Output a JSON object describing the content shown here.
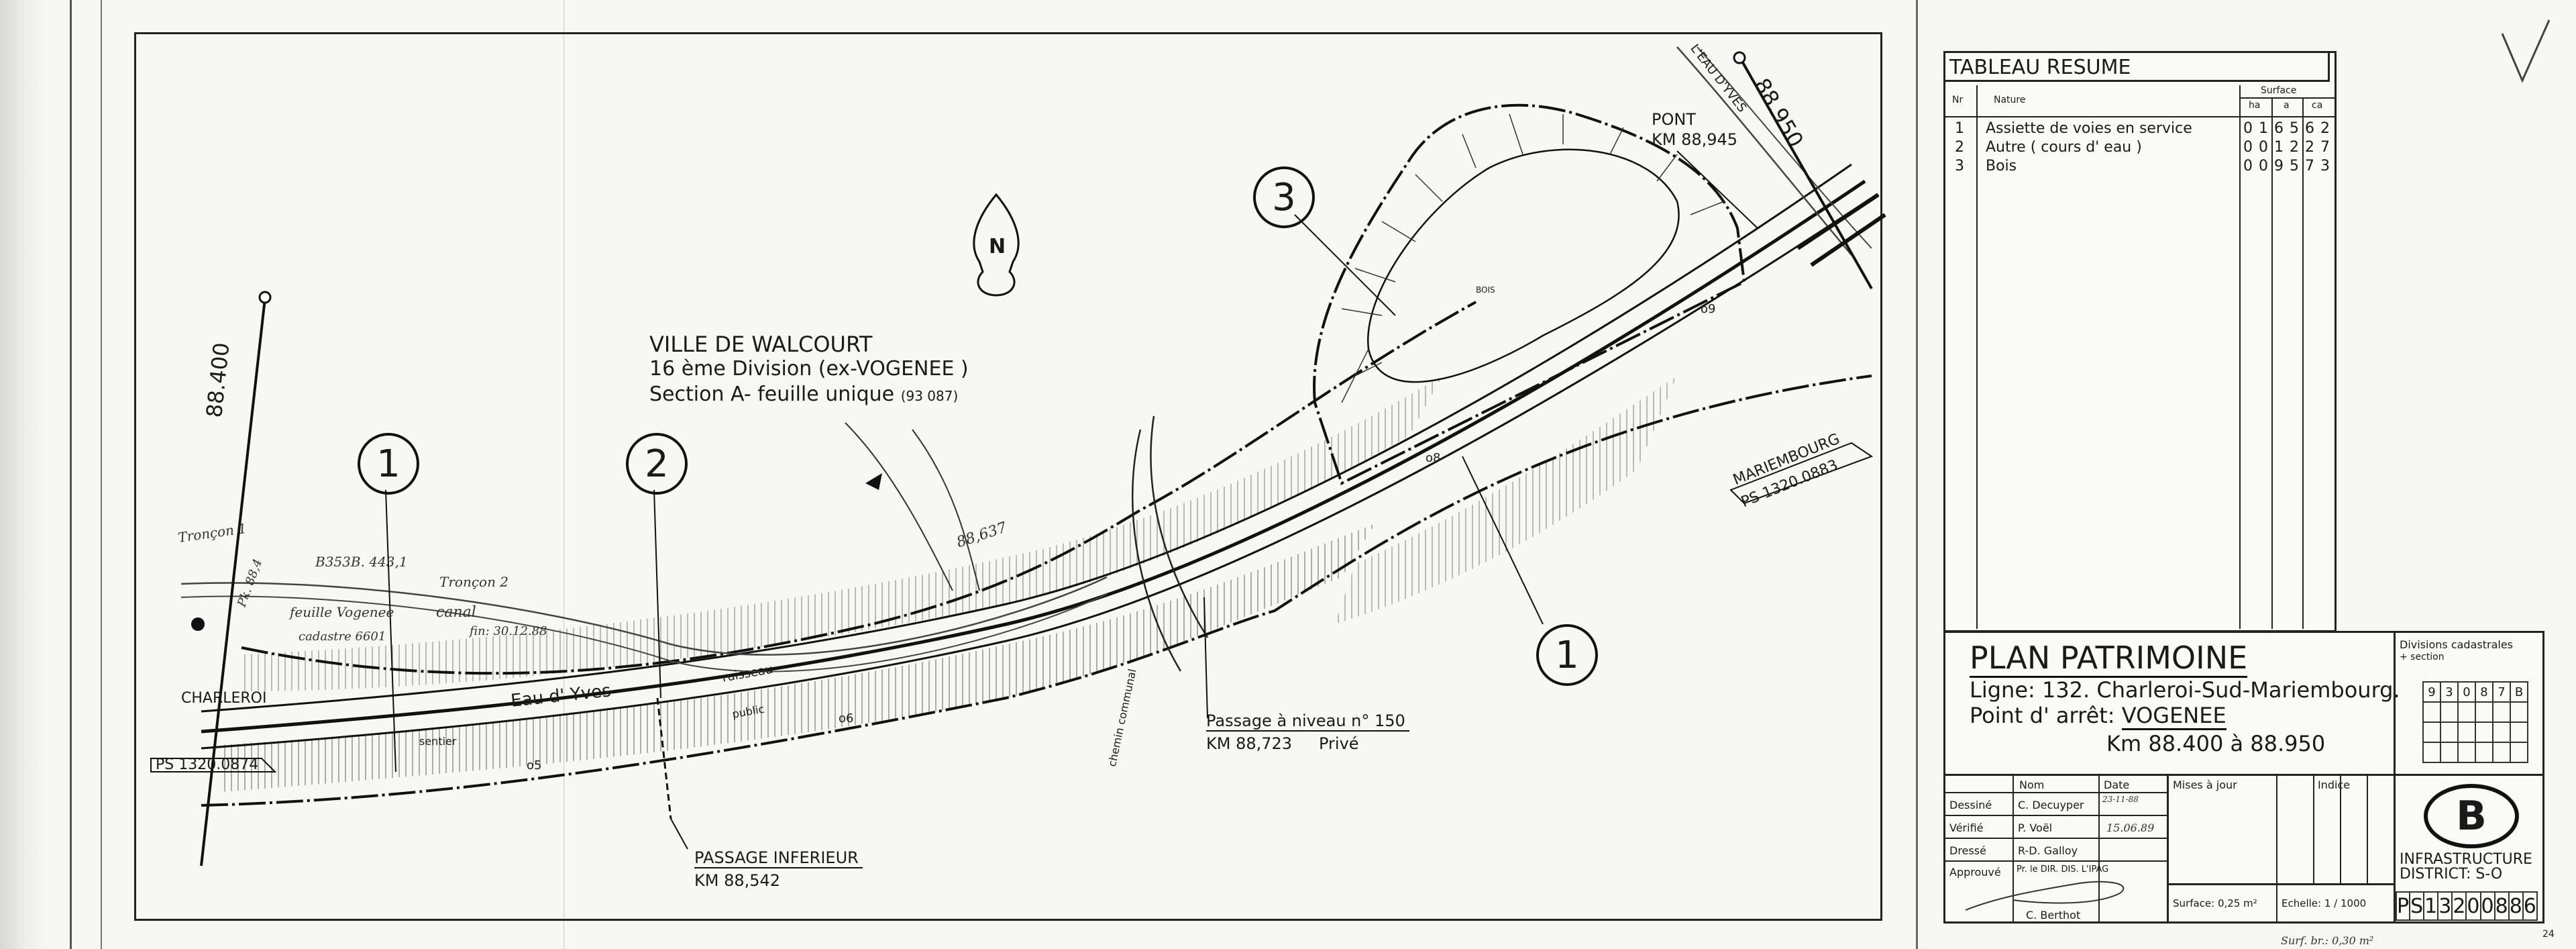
{
  "plan": {
    "town": "VILLE DE WALCOURT",
    "division": "16 ème Division (ex-VOGENEE )",
    "section": "Section A- feuille unique",
    "section_code": "(93 087)",
    "north": "N",
    "parcels": [
      "1",
      "2",
      "3",
      "1"
    ],
    "labels": {
      "km_left": "88.400",
      "km_right": "88.950",
      "pont": "PONT",
      "pont_km": "KM 88,945",
      "eau_dyves_top": "L'EAU D'YVES",
      "bois": "BOIS",
      "mariembourg": "MARIEMBOURG",
      "ps_right": "PS 1320.0883",
      "ps_left": "PS 1320.0874",
      "charleroi": "CHARLEROI",
      "eau_dyves": "Eau d' Yves",
      "ruisseau": "ruisseau",
      "sentier": "sentier",
      "public": "public",
      "chemin": "chemin communal",
      "o5": "o5",
      "o6": "o6",
      "o8": "o8",
      "o9": "o9",
      "passage_niveau": "Passage à niveau n° 150",
      "passage_niveau_km": "KM 88,723",
      "prive": "Privé",
      "passage_inf": "PASSAGE INFERIEUR",
      "passage_inf_km": "KM 88,542",
      "hw_trancon1": "Tronçon 1",
      "hw_parcel": "B353B. 443,1",
      "hw_trancon2": "Tronçon 2",
      "hw_canal": "canal",
      "hw_feuille": "feuille Vogenee",
      "hw_cadastre": "cadastre 6601",
      "hw_km": "88,637",
      "hw_fin": "fin: 30.12.88",
      "hw_pk": "Pk. 88,4"
    }
  },
  "tableau": {
    "title": "TABLEAU RESUME",
    "col_nr": "Nr",
    "col_nature": "Nature",
    "col_surface": "Surface",
    "col_ha": "ha",
    "col_a": "a",
    "col_ca": "ca",
    "rows": [
      {
        "nr": "1",
        "nature": "Assiette de voies en service",
        "digits": [
          "0",
          "1",
          "6",
          "5",
          "6",
          "2"
        ]
      },
      {
        "nr": "2",
        "nature": "Autre ( cours d' eau )",
        "digits": [
          "0",
          "0",
          "1",
          "2",
          "2",
          "7"
        ]
      },
      {
        "nr": "3",
        "nature": "Bois",
        "digits": [
          "0",
          "0",
          "9",
          "5",
          "7",
          "3"
        ]
      }
    ]
  },
  "cartouche": {
    "title": "PLAN PATRIMOINE",
    "ligne": "Ligne: 132. Charleroi-Sud-Mariembourg.",
    "point": "Point d' arrêt:",
    "point_name": "VOGENEE",
    "km": "Km 88.400 à 88.950",
    "divisions_label": "Divisions cadastrales",
    "divisions_sub": "+ section",
    "division_digits": [
      "9",
      "3",
      "0",
      "8",
      "7",
      "B"
    ],
    "nom": "Nom",
    "date": "Date",
    "mises": "Mises à jour",
    "indice": "Indice",
    "people": [
      {
        "role": "Dessiné",
        "name": "C. Decuyper",
        "date": "23-11-88"
      },
      {
        "role": "Vérifié",
        "name": "P. Voël",
        "date": "15.06.89"
      },
      {
        "role": "Dressé",
        "name": "R-D. Galloy",
        "date": ""
      },
      {
        "role": "Approuvé",
        "name": "Pr. le DIR. DIS. L'IPAG",
        "date": ""
      },
      {
        "role": "",
        "name": "C. Berthot",
        "date": ""
      }
    ],
    "surface": "Surface: 0,25 m²",
    "echelle": "Echelle: 1 / 1000",
    "logo": "B",
    "infra": "INFRASTRUCTURE",
    "district": "DISTRICT: S-O",
    "ps_digits": [
      "P",
      "S",
      "1",
      "3",
      "2",
      "0",
      "0",
      "8",
      "8",
      "6"
    ],
    "sheet": "24",
    "footer_hand": "Surf. br.: 0,30 m²"
  }
}
